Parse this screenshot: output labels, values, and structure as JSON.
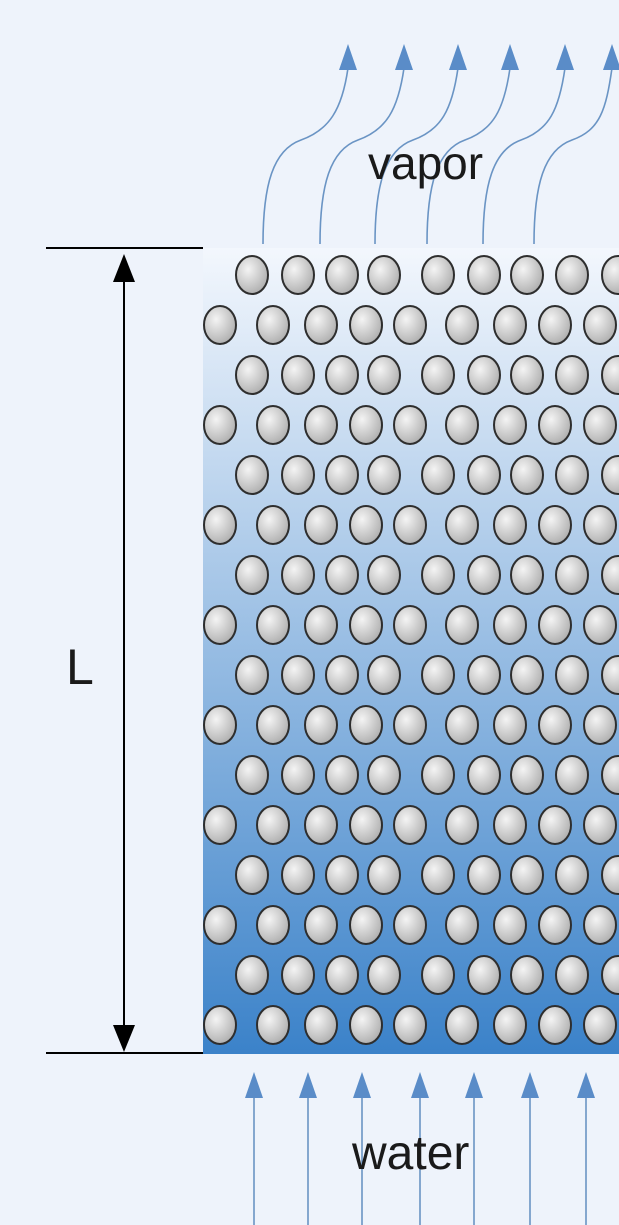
{
  "labels": {
    "vapor": "vapor",
    "water": "water",
    "length": "L"
  },
  "colors": {
    "background": "#eef3fb",
    "arrow": "#6a94c4",
    "arrowhead": "#5a8cc8",
    "bed_top": "#f3f7fd",
    "bed_bottom": "#3b82c9",
    "particle_fill_light": "#f4f4f4",
    "particle_fill_dark": "#a8a8a8",
    "particle_outline": "#2e2e2e",
    "dimension_line": "#000000"
  },
  "icons": {
    "flow_in": "up-arrow-icon",
    "flow_out": "wavy-up-arrow-icon"
  }
}
